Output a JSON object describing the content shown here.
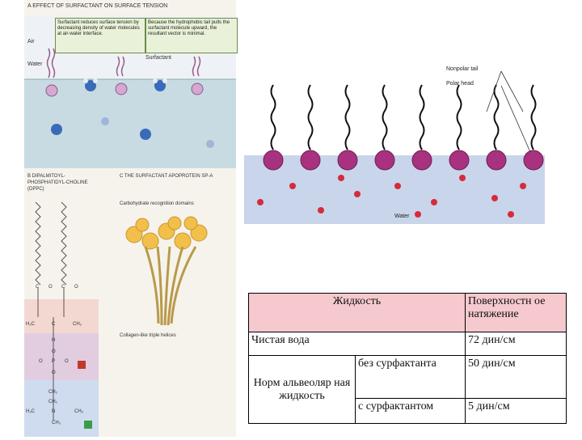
{
  "figure": {
    "title": "A EFFECT OF SURFACTANT ON SURFACE TENSION",
    "callout_left": "Surfactant reduces surface tension by decreasing density of water molecules at air-water interface.",
    "callout_right": "Because the hydrophobic tail pulls the surfactant molecule upward, the resultant vector is minimal.",
    "air_label": "Air",
    "water_label": "Water",
    "surfactant_label": "Surfactant",
    "panel_b": "B DIPALMITOYL-PHOSPHATIDYL-CHOLINE (DPPC)",
    "panel_c": "C THE SURFACTANT APOPROTEIN SP-A",
    "carbohydrate_label": "Carbohydrate recognition domains",
    "collagen_label": "Collagen-like triple helices",
    "chem_labels": [
      "C",
      "O",
      "C",
      "O",
      "H₂C",
      "C",
      "CH₂",
      "H",
      "O",
      "O",
      "P",
      "O",
      "O",
      "CH₂",
      "CH₂",
      "H₃C",
      "N",
      "CH₃",
      "CH₃"
    ]
  },
  "molecule": {
    "nonpolar_tail": "Nonpolar tail",
    "polar_head": "Polar head",
    "water": "Water"
  },
  "table": {
    "header_liquid": "Жидкость",
    "header_tension": "Поверхностн ое натяжение",
    "row1_liquid": "Чистая вода",
    "row1_value": "72 дин/см",
    "row2_liquid": "Норм альвеоляр ная жидкость",
    "row2_sub1": "без сурфактанта",
    "row2_value1": "50 дин/см",
    "row2_sub2": "с сурфактантом",
    "row2_value2": "5 дин/см"
  },
  "colors": {
    "table_header_bg": "#f5c9cd",
    "water_blue": "#c9d5ea",
    "head_magenta": "#a8327f",
    "callout_green": "#e9f1d8"
  }
}
